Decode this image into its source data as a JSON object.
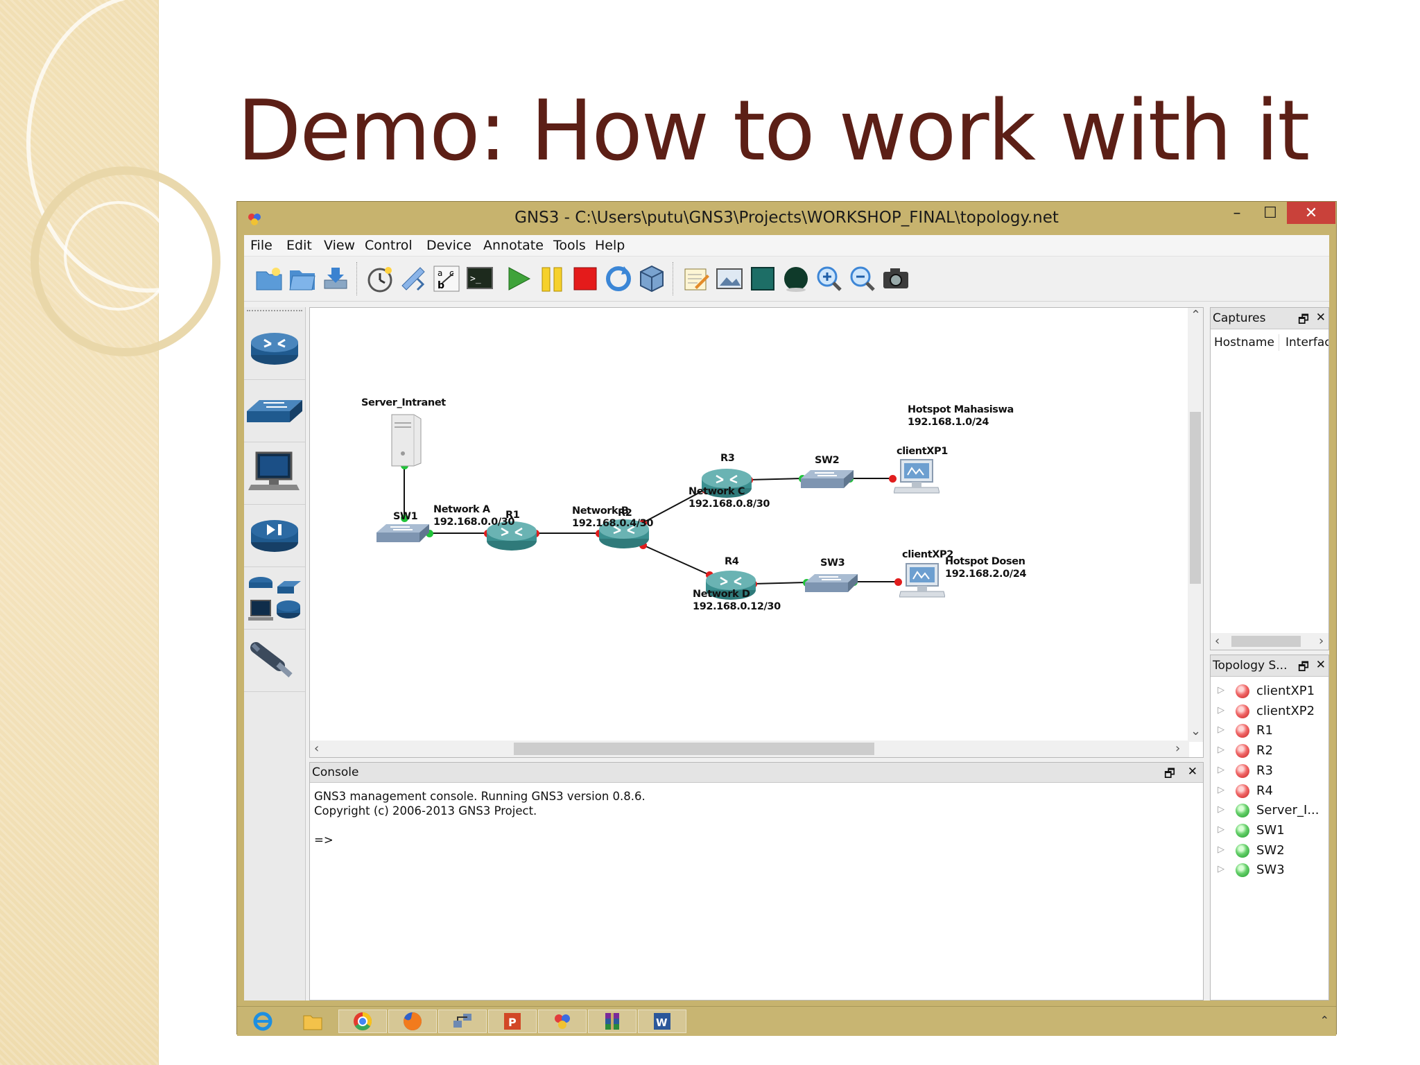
{
  "slide": {
    "title": "Demo: How to work with it"
  },
  "window": {
    "title": "GNS3 - C:\\Users\\putu\\GNS3\\Projects\\WORKSHOP_FINAL\\topology.net",
    "minimize": "–",
    "maximize": "☐",
    "close": "✕"
  },
  "menu": [
    "File",
    "Edit",
    "View",
    "Control",
    "Device",
    "Annotate",
    "Tools",
    "Help"
  ],
  "toolbar": [
    "new-project",
    "open-project",
    "save-project",
    "snapshot",
    "import-export",
    "show-interface-labels",
    "console-all",
    "start-all",
    "suspend-all",
    "stop-all",
    "reload-all",
    "virtualbox",
    "add-note",
    "insert-picture",
    "draw-rectangle",
    "draw-ellipse",
    "zoom-in",
    "zoom-out",
    "screenshot"
  ],
  "device_panel": [
    "router",
    "switch",
    "end-device",
    "security-device",
    "all-devices",
    "cable"
  ],
  "topology": {
    "nodes": {
      "server": "Server_Intranet",
      "sw1": "SW1",
      "r1": "R1",
      "r2": "R2",
      "r3": "R3",
      "r4": "R4",
      "sw2": "SW2",
      "sw3": "SW3",
      "client1": "clientXP1",
      "client2": "clientXP2"
    },
    "networks": {
      "a_name": "Network A",
      "a_addr": "192.168.0.0/30",
      "b_name": "Network B",
      "b_addr": "192.168.0.4/30",
      "c_name": "Network C",
      "c_addr": "192.168.0.8/30",
      "d_name": "Network D",
      "d_addr": "192.168.0.12/30",
      "mhs_name": "Hotspot Mahasiswa",
      "mhs_addr": "192.168.1.0/24",
      "dosen_name": "Hotspot Dosen",
      "dosen_addr": "192.168.2.0/24"
    }
  },
  "console": {
    "title": "Console",
    "line1": "GNS3 management console. Running GNS3 version 0.8.6.",
    "line2": "Copyright (c) 2006-2013 GNS3 Project.",
    "prompt": "=>"
  },
  "captures": {
    "title": "Captures",
    "col_hostname": "Hostname",
    "col_interface": "Interface"
  },
  "topology_summary": {
    "title": "Topology S...",
    "items": [
      {
        "name": "clientXP1",
        "status": "red"
      },
      {
        "name": "clientXP2",
        "status": "red"
      },
      {
        "name": "R1",
        "status": "red"
      },
      {
        "name": "R2",
        "status": "red"
      },
      {
        "name": "R3",
        "status": "red"
      },
      {
        "name": "R4",
        "status": "red"
      },
      {
        "name": "Server_I...",
        "status": "green"
      },
      {
        "name": "SW1",
        "status": "green"
      },
      {
        "name": "SW2",
        "status": "green"
      },
      {
        "name": "SW3",
        "status": "green"
      }
    ]
  },
  "taskbar": [
    "internet-explorer",
    "file-explorer",
    "chrome",
    "firefox",
    "network-tool",
    "powerpoint",
    "gns3",
    "winrar",
    "word"
  ],
  "colors": {
    "title": "#5c1f16",
    "window_frame": "#c7b36e",
    "close_button": "#c9413a",
    "link_down": "#e11d1d",
    "link_up": "#21c33a"
  }
}
